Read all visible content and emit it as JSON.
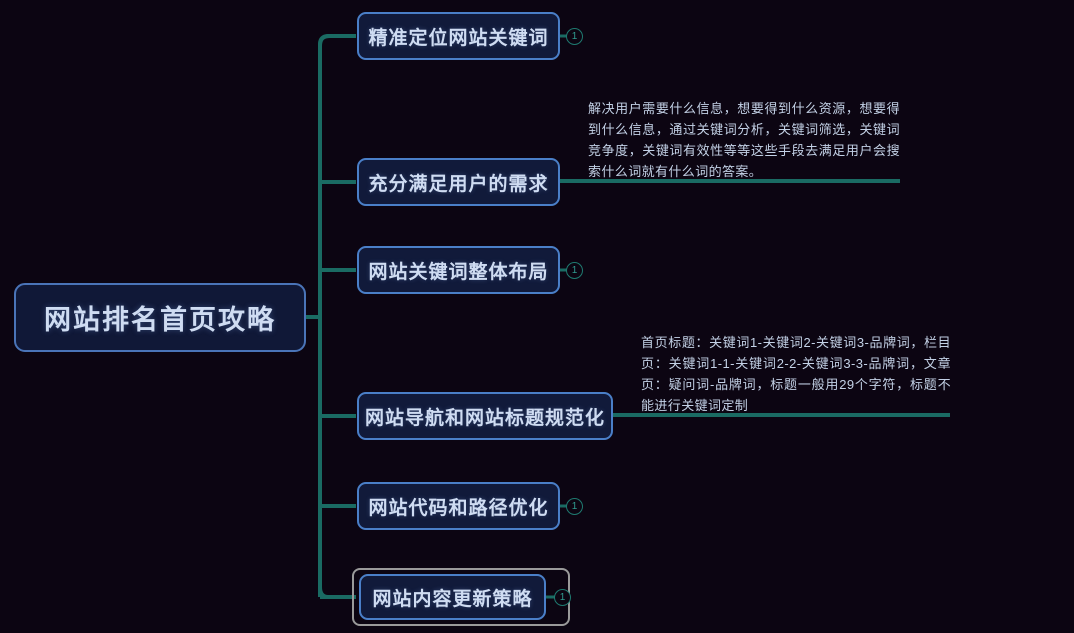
{
  "canvas": {
    "background_color": "#0c0512",
    "connector_color": "#1a6b63",
    "node_border_color": "#4a7fc8",
    "node_fill_color": "#111a3a",
    "text_color": "#cfdcf2",
    "badge_color": "#2f9b8f",
    "selection_color": "#9a9a9a"
  },
  "root": {
    "label": "网站排名首页攻略"
  },
  "branches": [
    {
      "label": "精准定位网站关键词",
      "badge": "1"
    },
    {
      "label": "充分满足用户的需求",
      "badge": ""
    },
    {
      "label": "网站关键词整体布局",
      "badge": "1"
    },
    {
      "label": "网站导航和网站标题规范化",
      "badge": ""
    },
    {
      "label": "网站代码和路径优化",
      "badge": "1"
    },
    {
      "label": "网站内容更新策略",
      "badge": "1"
    }
  ],
  "notes": [
    {
      "text": "解决用户需要什么信息，想要得到什么资源，想要得到什么信息，通过关键词分析，关键词筛选，关键词竞争度，关键词有效性等等这些手段去满足用户会搜索什么词就有什么词的答案。"
    },
    {
      "text": "首页标题：关键词1-关键词2-关键词3-品牌词，栏目页：关键词1-1-关键词2-2-关键词3-3-品牌词，文章页：疑问词-品牌词，标题一般用29个字符，标题不能进行关键词定制"
    }
  ]
}
